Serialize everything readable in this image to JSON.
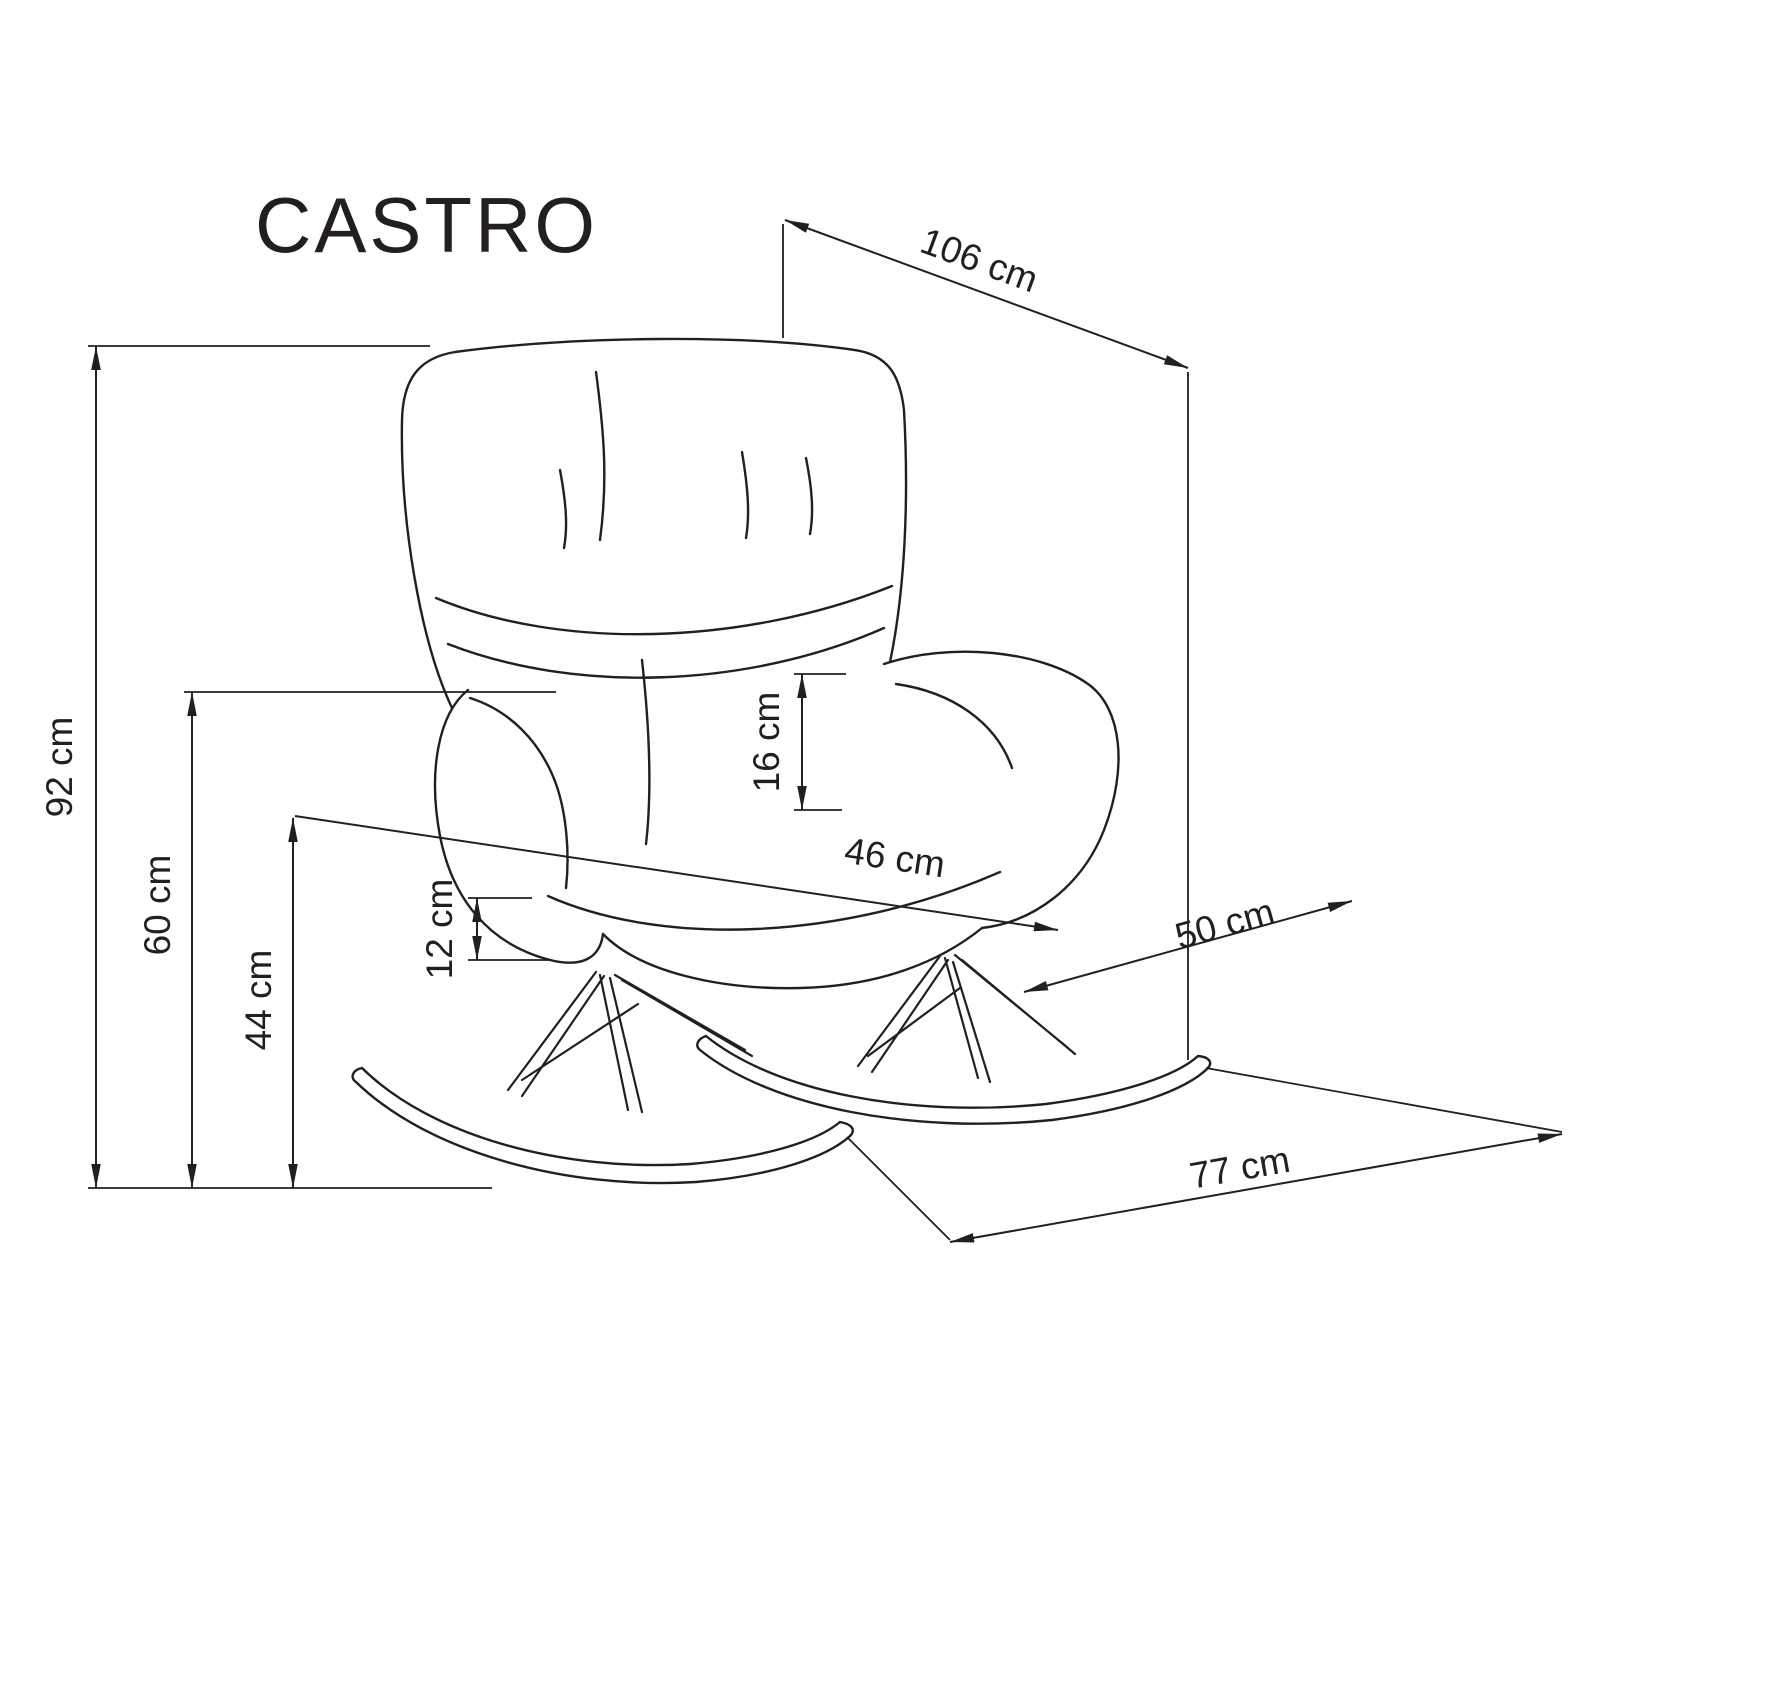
{
  "title": "CASTRO",
  "diagram_type": "furniture-dimension-drawing",
  "dimensions": {
    "depth_diagonal": {
      "label": "106 cm",
      "value": 106,
      "unit": "cm"
    },
    "total_height": {
      "label": "92 cm",
      "value": 92,
      "unit": "cm"
    },
    "armrest_height": {
      "label": "60 cm",
      "value": 60,
      "unit": "cm"
    },
    "seat_height": {
      "label": "44 cm",
      "value": 44,
      "unit": "cm"
    },
    "cushion_thickness": {
      "label": "12 cm",
      "value": 12,
      "unit": "cm"
    },
    "armrest_above_seat": {
      "label": "16 cm",
      "value": 16,
      "unit": "cm"
    },
    "seat_width": {
      "label": "46 cm",
      "value": 46,
      "unit": "cm"
    },
    "seat_depth": {
      "label": "50 cm",
      "value": 50,
      "unit": "cm"
    },
    "base_length": {
      "label": "77 cm",
      "value": 77,
      "unit": "cm"
    }
  }
}
